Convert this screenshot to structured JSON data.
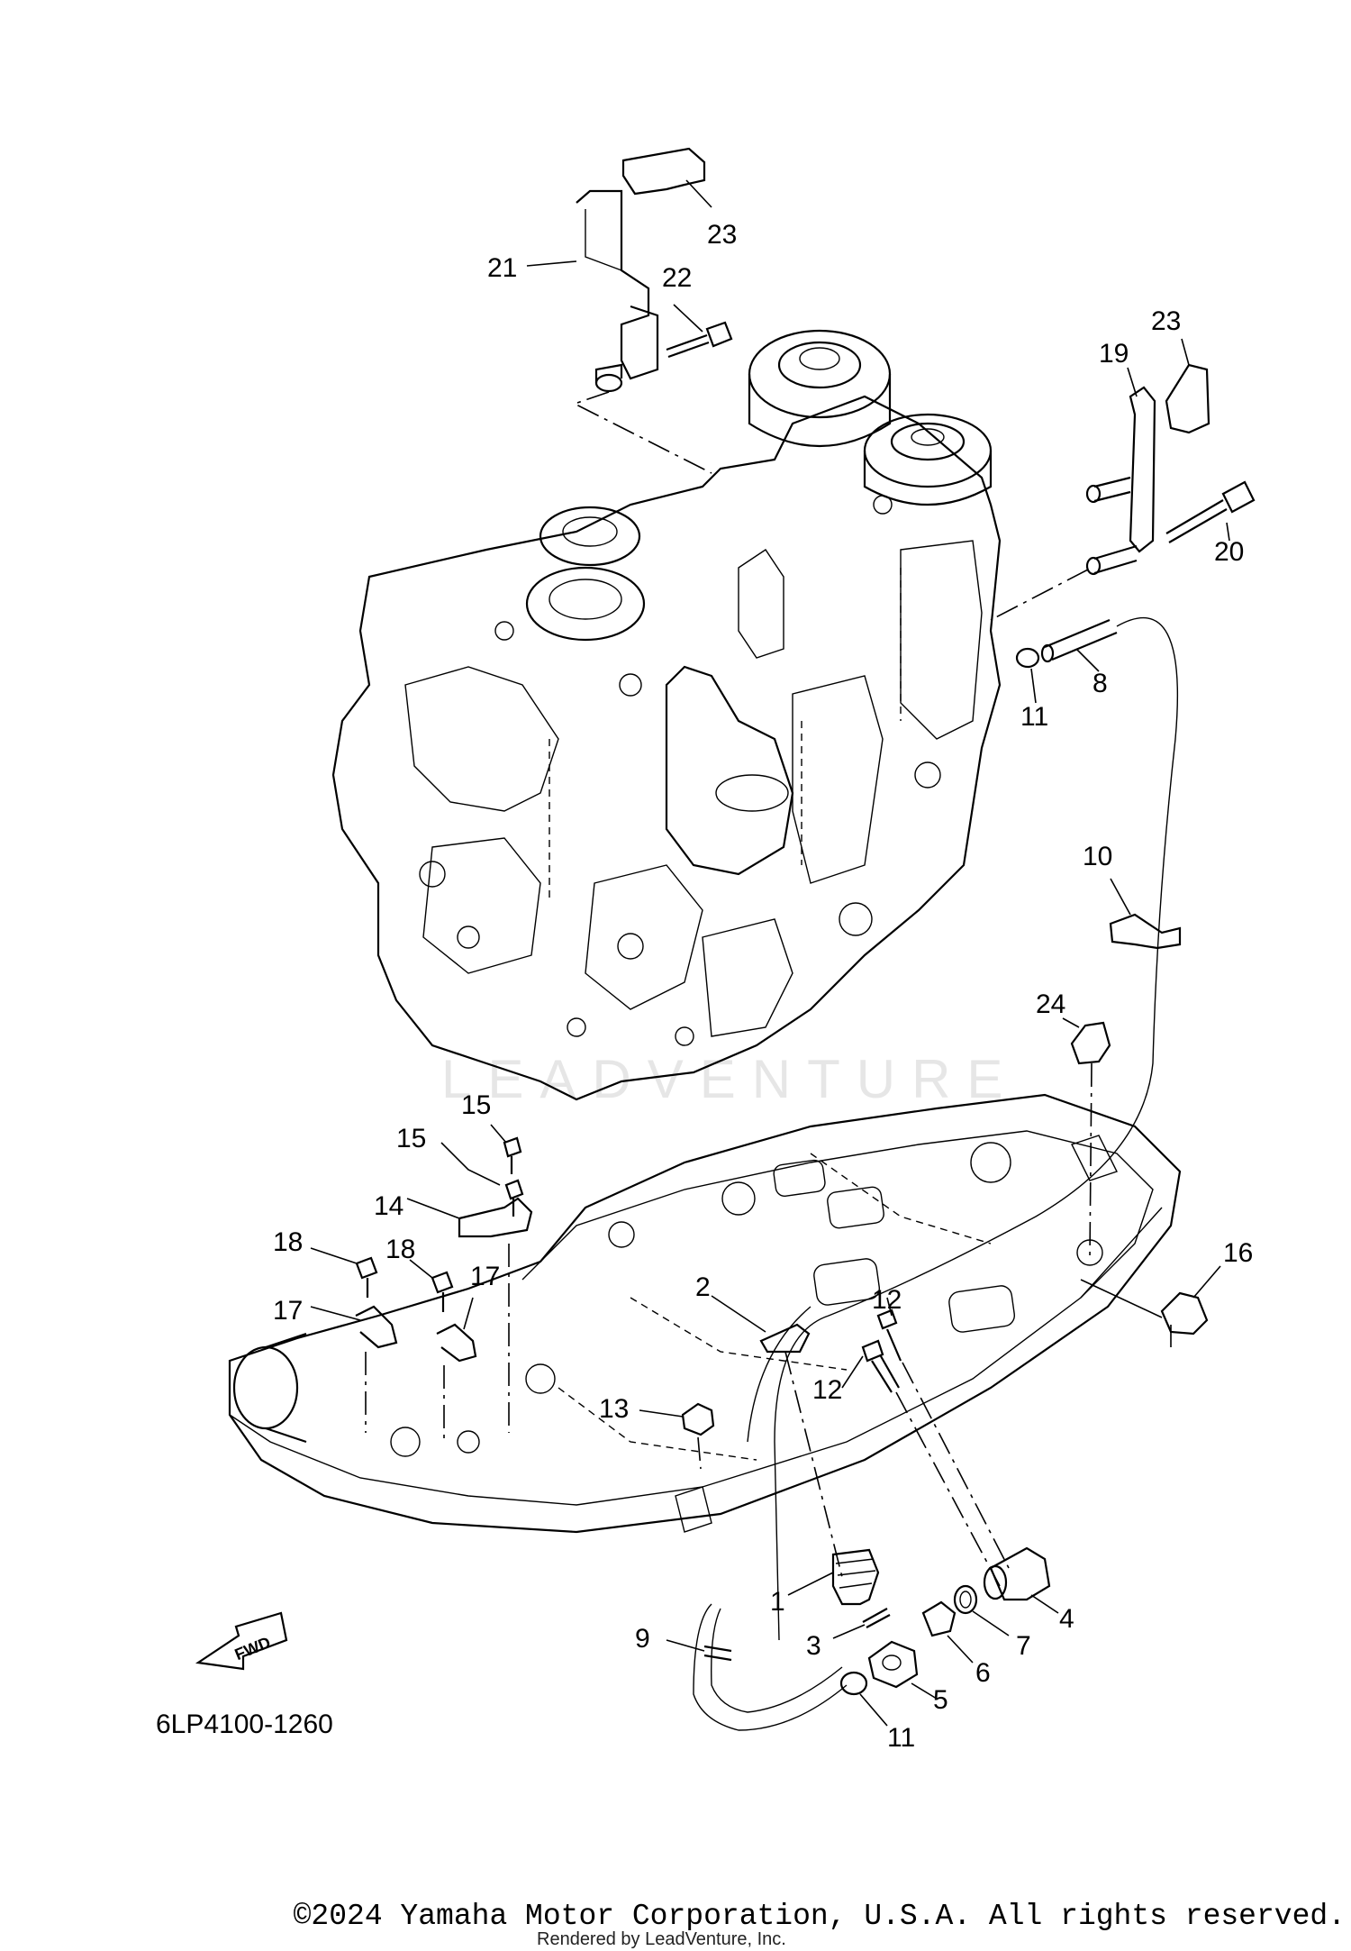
{
  "diagram": {
    "code": "6LP4100-1260",
    "fwd_label": "FWD",
    "watermark": "LEADVENTURE",
    "callouts": [
      {
        "id": "c23a",
        "label": "23"
      },
      {
        "id": "c21",
        "label": "21"
      },
      {
        "id": "c22",
        "label": "22"
      },
      {
        "id": "c23b",
        "label": "23"
      },
      {
        "id": "c19",
        "label": "19"
      },
      {
        "id": "c20",
        "label": "20"
      },
      {
        "id": "c8",
        "label": "8"
      },
      {
        "id": "c11a",
        "label": "11"
      },
      {
        "id": "c10",
        "label": "10"
      },
      {
        "id": "c24",
        "label": "24"
      },
      {
        "id": "c15a",
        "label": "15"
      },
      {
        "id": "c15b",
        "label": "15"
      },
      {
        "id": "c14",
        "label": "14"
      },
      {
        "id": "c18a",
        "label": "18"
      },
      {
        "id": "c18b",
        "label": "18"
      },
      {
        "id": "c17a",
        "label": "17"
      },
      {
        "id": "c17b",
        "label": "17"
      },
      {
        "id": "c16",
        "label": "16"
      },
      {
        "id": "c2",
        "label": "2"
      },
      {
        "id": "c12a",
        "label": "12"
      },
      {
        "id": "c12b",
        "label": "12"
      },
      {
        "id": "c13",
        "label": "13"
      },
      {
        "id": "c1",
        "label": "1"
      },
      {
        "id": "c3",
        "label": "3"
      },
      {
        "id": "c4",
        "label": "4"
      },
      {
        "id": "c7",
        "label": "7"
      },
      {
        "id": "c6",
        "label": "6"
      },
      {
        "id": "c5",
        "label": "5"
      },
      {
        "id": "c9",
        "label": "9"
      },
      {
        "id": "c11b",
        "label": "11"
      }
    ]
  },
  "footer": {
    "copyright": "©2024 Yamaha Motor Corporation, U.S.A. All rights reserved.",
    "rendered_by": "Rendered by LeadVenture, Inc."
  }
}
